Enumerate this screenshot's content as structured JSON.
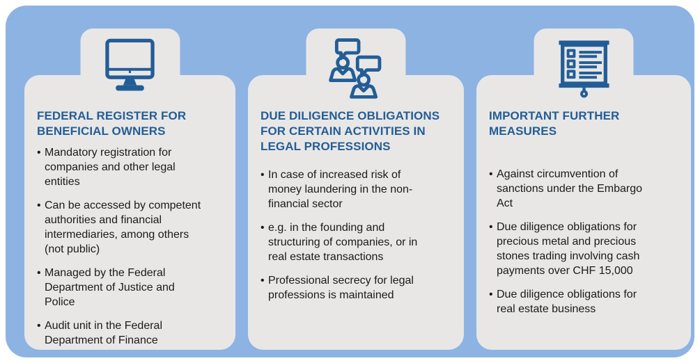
{
  "colors": {
    "panel_blue": "#8DB3E2",
    "card_gray": "#E8E7E6",
    "accent_blue": "#235D96",
    "text_black": "#1A1A1A"
  },
  "cards": [
    {
      "id": "federal-register",
      "icon": "monitor-icon",
      "title": "FEDERAL REGISTER FOR BENEFICIAL OWNERS",
      "bullets": [
        "Mandatory registration for companies and other legal entities",
        "Can be accessed by competent authorities and financial intermediaries, among others (not public)",
        "Managed by the Federal Department of Justice and Police",
        "Audit unit in the Federal Department of Finance"
      ]
    },
    {
      "id": "due-diligence",
      "icon": "people-conversation-icon",
      "title": "DUE DILIGENCE OBLIGATIONS FOR CERTAIN ACTIVITIES IN LEGAL PROFESSIONS",
      "bullets": [
        "In case of increased risk of money laundering in the non-financial sector",
        "e.g. in the founding and structuring of companies, or in real estate transactions",
        "Professional secrecy for legal professions is maintained"
      ]
    },
    {
      "id": "further-measures",
      "icon": "checklist-board-icon",
      "title": "IMPORTANT FURTHER MEASURES",
      "bullets": [
        "Against circumvention of sanctions under the Embargo Act",
        "Due diligence obligations for precious metal and precious stones trading involving cash payments over CHF 15,000",
        "Due diligence obligations for real estate business"
      ]
    }
  ]
}
